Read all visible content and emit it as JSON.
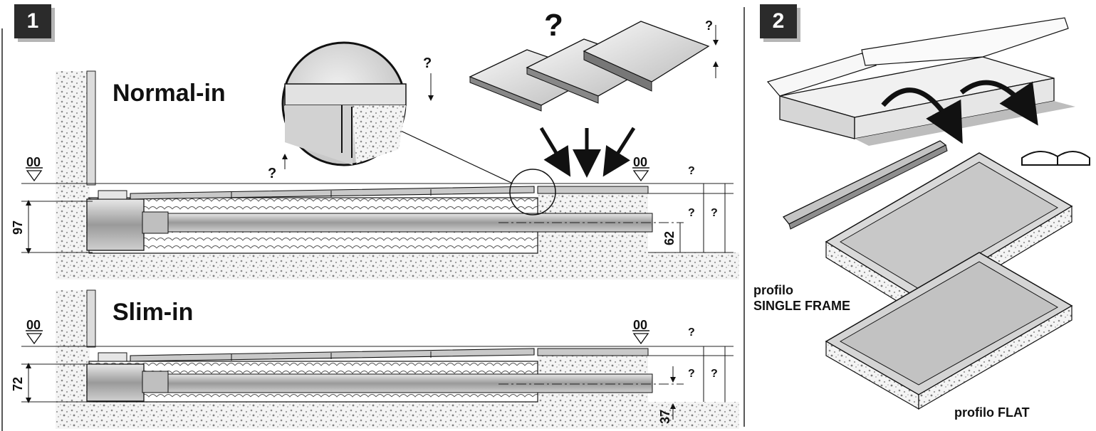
{
  "steps": [
    "1",
    "2"
  ],
  "panel1": {
    "variant_top": "Normal-in",
    "variant_bottom": "Slim-in",
    "level_mark": "00",
    "unknown": "?",
    "dim_normal_height": "97",
    "dim_normal_axis": "62",
    "dim_slim_height": "72",
    "dim_slim_axis": "37"
  },
  "panel2": {
    "label_single_frame_1": "profilo",
    "label_single_frame_2": "SINGLE FRAME",
    "label_flat": "profilo FLAT"
  }
}
